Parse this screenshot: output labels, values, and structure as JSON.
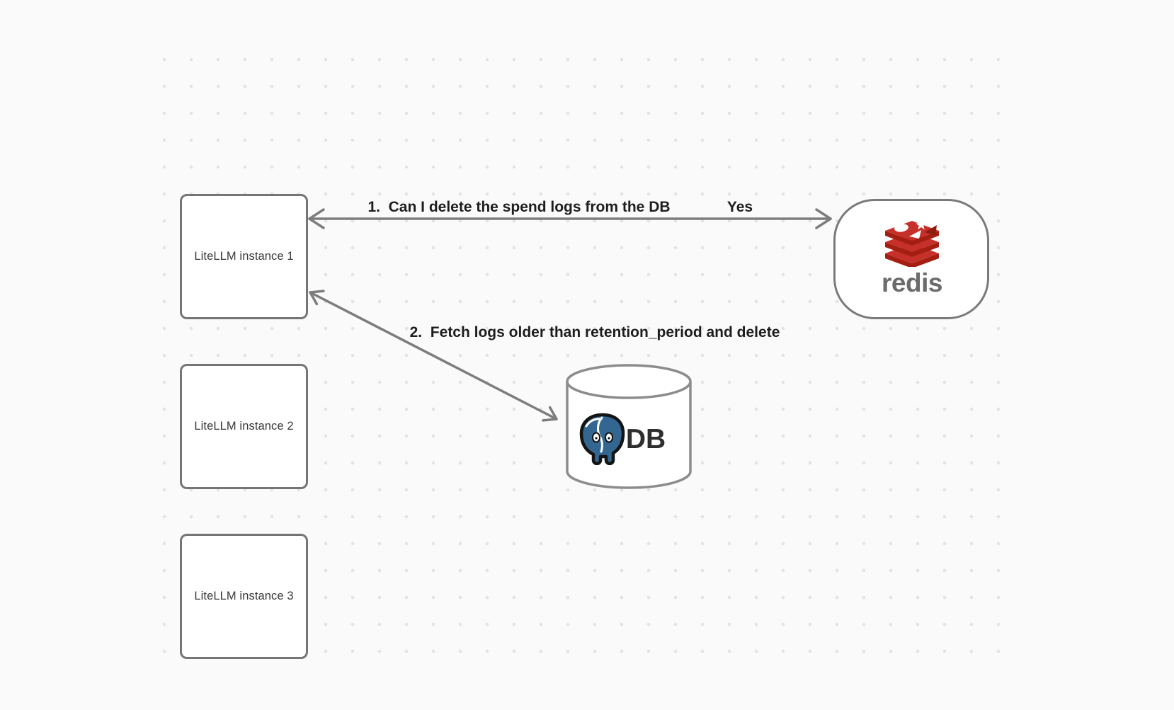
{
  "canvas": {
    "background_color": "#fafafa",
    "dot_color": "#e3e3e3",
    "stroke_color": "#7a7a7a"
  },
  "nodes": {
    "instances": [
      {
        "label": "LiteLLM instance 1"
      },
      {
        "label": "LiteLLM instance 2"
      },
      {
        "label": "LiteLLM instance 3"
      }
    ],
    "redis": {
      "label": "redis",
      "logo_color": "#C6302B",
      "logo_dark_color": "#A41E11",
      "word_color": "#6b6b6b"
    },
    "db": {
      "label": "DB",
      "postgres_blue": "#336791"
    }
  },
  "arrows": {
    "arrow1": {
      "label": "1.  Can I delete the spend logs from the DB",
      "response": "Yes"
    },
    "arrow2": {
      "label": "2.  Fetch logs older than retention_period and delete"
    }
  }
}
